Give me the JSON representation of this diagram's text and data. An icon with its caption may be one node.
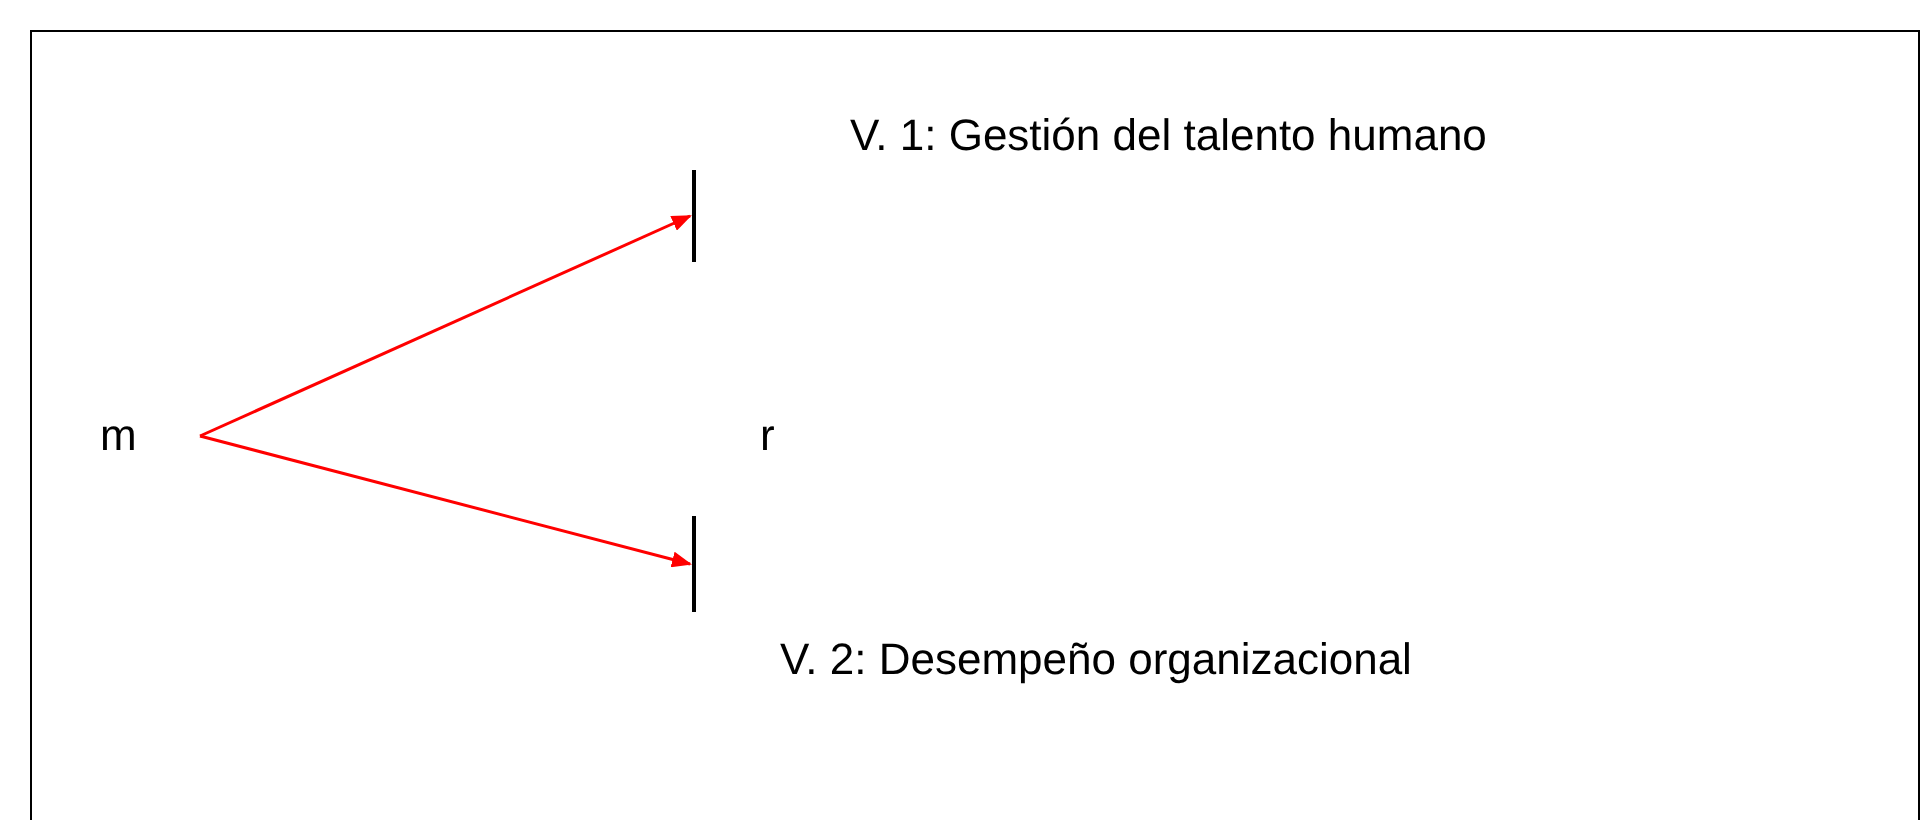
{
  "diagram": {
    "nodes": [
      {
        "text": [
          "m"
        ]
      },
      {
        "text": [
          "V. 1: Gestión del talento humano"
        ]
      },
      {
        "text": [],
        "shape": "bar"
      },
      {
        "text": [
          "r"
        ]
      },
      {
        "text": [],
        "shape": "bar"
      },
      {
        "text": [
          "V. 2: Desempeño organizacional"
        ]
      }
    ],
    "edges": [
      {
        "from": 0,
        "to": 2,
        "arrow": "to",
        "color": "#ff0000"
      },
      {
        "from": 0,
        "to": 4,
        "arrow": "to",
        "color": "#ff0000"
      }
    ]
  }
}
